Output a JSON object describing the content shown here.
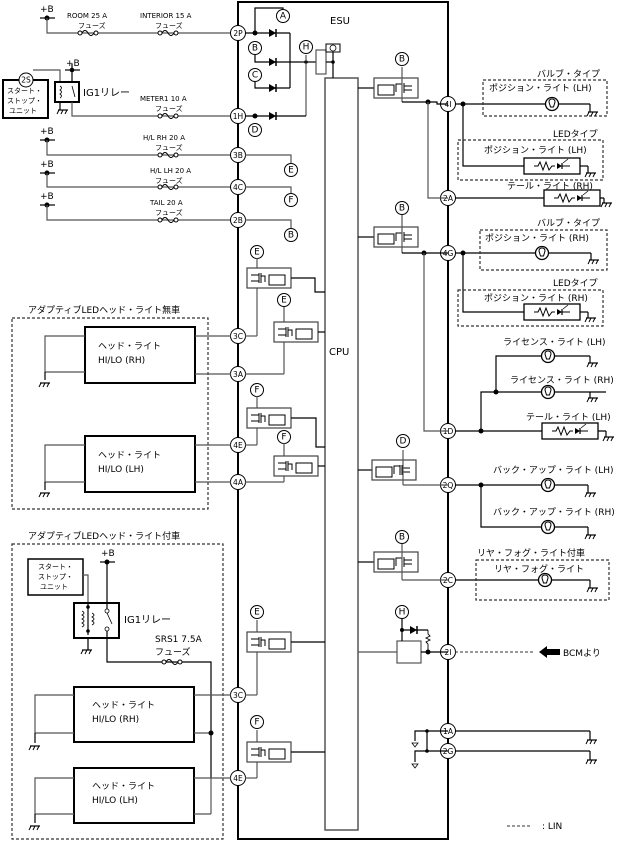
{
  "title": "ESU",
  "cpu_label": "CPU",
  "power_label": "+B",
  "fuses": [
    {
      "id": "room",
      "name": "ROOM 25 A",
      "sub": "フューズ"
    },
    {
      "id": "interior",
      "name": "INTERIOR 15 A",
      "sub": "フューズ"
    },
    {
      "id": "meter1",
      "name": "METER1 10 A",
      "sub": "フューズ"
    },
    {
      "id": "hl_rh",
      "name": "H/L RH 20 A",
      "sub": "フューズ"
    },
    {
      "id": "hl_lh",
      "name": "H/L LH 20 A",
      "sub": "フューズ"
    },
    {
      "id": "tail",
      "name": "TAIL 20 A",
      "sub": "フューズ"
    },
    {
      "id": "srs1",
      "name": "SRS1 7.5A",
      "sub": "フューズ"
    }
  ],
  "start_stop_unit": {
    "lines": [
      "スタート・",
      "ストップ・",
      "ユニット"
    ],
    "connector": "2S"
  },
  "ig1_relay": "IG1リレー",
  "esu_connectors_left": [
    "2P",
    "1H",
    "3B",
    "4C",
    "2B",
    "3C",
    "3A",
    "4E",
    "4A",
    "3C",
    "4E"
  ],
  "esu_connectors_right": [
    "4I",
    "2A",
    "4G",
    "1D",
    "2Q",
    "2C",
    "2I",
    "1A",
    "2G"
  ],
  "node_labels": [
    "A",
    "B",
    "C",
    "D",
    "E",
    "F",
    "H"
  ],
  "groups": {
    "adaptive_without": "アダプティブLEDヘッド・ライト無車",
    "adaptive_with": "アダプティブLEDヘッド・ライト付車",
    "bulb_type": "バルブ・タイプ",
    "led_type": "LEDタイプ",
    "rear_fog_equipped": "リヤ・フォグ・ライト付車"
  },
  "headlights": {
    "rh": [
      "ヘッド・ライト",
      "HI/LO (RH)"
    ],
    "lh": [
      "ヘッド・ライト",
      "HI/LO (LH)"
    ]
  },
  "loads": {
    "position_lh": "ポジション・ライト (LH)",
    "position_rh": "ポジション・ライト (RH)",
    "tail_rh": "テール・ライト (RH)",
    "tail_lh": "テール・ライト (LH)",
    "license_lh": "ライセンス・ライト (LH)",
    "license_rh": "ライセンス・ライト (RH)",
    "backup_lh": "バック・アップ・ライト (LH)",
    "backup_rh": "バック・アップ・ライト (RH)",
    "rear_fog": "リヤ・フォグ・ライト"
  },
  "bcm_input": "BCMより",
  "legend": {
    "line": "------",
    "label": ": LIN"
  }
}
